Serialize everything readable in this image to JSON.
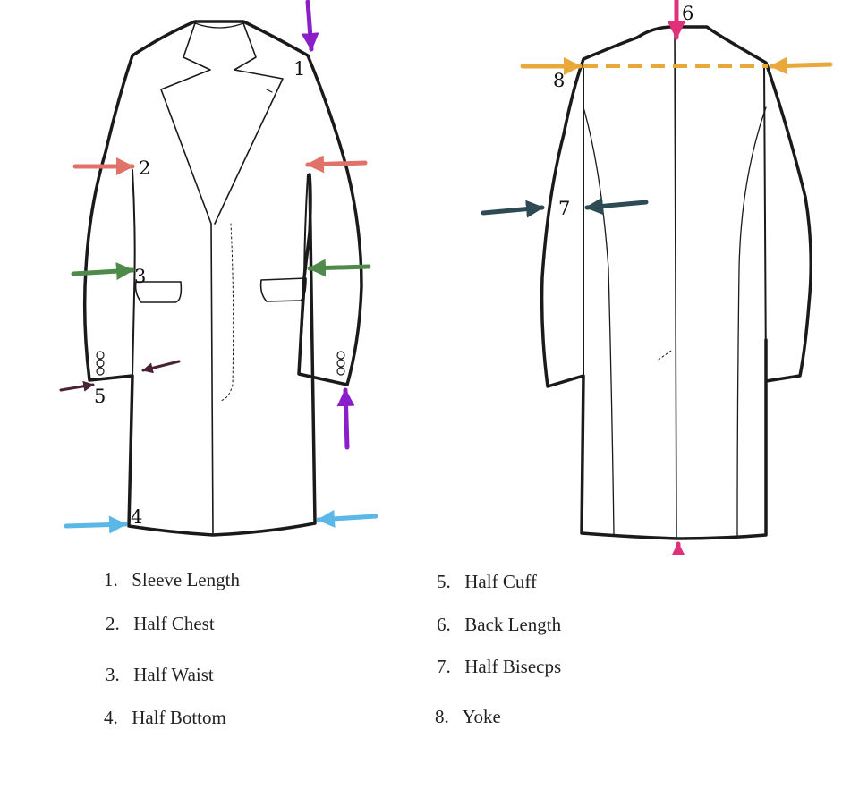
{
  "markers": {
    "m1": "1",
    "m2": "2",
    "m3": "3",
    "m4": "4",
    "m5": "5",
    "m6": "6",
    "m7": "7",
    "m8": "8"
  },
  "legend": [
    {
      "index": "1.",
      "label": "Sleeve Length"
    },
    {
      "index": "2.",
      "label": "Half Chest"
    },
    {
      "index": "3.",
      "label": "Half Waist"
    },
    {
      "index": "4.",
      "label": "Half Bottom"
    },
    {
      "index": "5.",
      "label": "Half Cuff"
    },
    {
      "index": "6.",
      "label": "Back Length"
    },
    {
      "index": "7.",
      "label": "Half Bisecps"
    },
    {
      "index": "8.",
      "label": "Yoke"
    }
  ],
  "colors": {
    "outline": "#1a1a1a",
    "sleeve_length": "#8a1fc9",
    "half_chest": "#e0726a",
    "half_waist": "#4e8a4a",
    "half_bottom": "#5bb8e6",
    "half_cuff": "#4a2236",
    "back_length": "#e0307a",
    "half_biceps": "#2e4a55",
    "yoke": "#e8a83a"
  }
}
